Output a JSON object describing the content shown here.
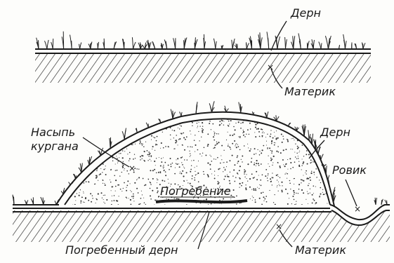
{
  "labels": {
    "top_sod": "Дерн",
    "top_subsoil": "Материк",
    "mound_line1": "Насыпь",
    "mound_line2": "кургана",
    "mound_sod": "Дерн",
    "ditch": "Ровик",
    "burial": "Погребение",
    "buried_sod": "Погребенный дерн",
    "bottom_subsoil": "Материк"
  }
}
